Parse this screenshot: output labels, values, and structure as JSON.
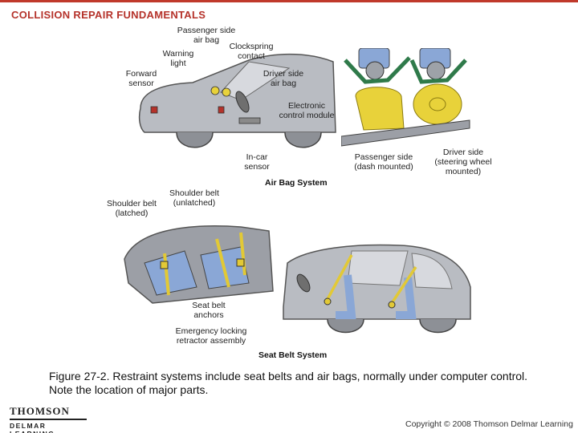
{
  "header": {
    "title": "COLLISION REPAIR FUNDAMENTALS"
  },
  "colors": {
    "brand": "#b5322a",
    "airbag": "#e8d23a",
    "body_gray": "#9c9fa6",
    "seat_blue": "#8aa7d6",
    "belt_yellow": "#e2c936"
  },
  "airbag_system": {
    "title": "Air Bag System",
    "labels": {
      "passenger_side_airbag": "Passenger side\nair bag",
      "clockspring_contact": "Clockspring\ncontact",
      "warning_light": "Warning\nlight",
      "forward_sensor": "Forward\nsensor",
      "driver_side_airbag": "Driver side\nair bag",
      "electronic_control_module": "Electronic\ncontrol module",
      "in_car_sensor": "In-car\nsensor",
      "passenger_side_dash": "Passenger side\n(dash mounted)",
      "driver_side_wheel": "Driver side\n(steering wheel\nmounted)"
    }
  },
  "seatbelt_system": {
    "title": "Seat Belt System",
    "labels": {
      "shoulder_belt_latched": "Shoulder belt\n(latched)",
      "shoulder_belt_unlatched": "Shoulder belt\n(unlatched)",
      "seat_belt_anchors": "Seat belt\nanchors",
      "emergency_locking_retractor": "Emergency locking\nretractor assembly"
    }
  },
  "caption": "Figure 27-2.  Restraint systems include seat belts and air bags, normally under computer control.  Note the location of major parts.",
  "footer": {
    "logo_top": "THOMSON",
    "logo_bottom": "DELMAR LEARNING",
    "copyright": "Copyright © 2008 Thomson Delmar Learning"
  }
}
